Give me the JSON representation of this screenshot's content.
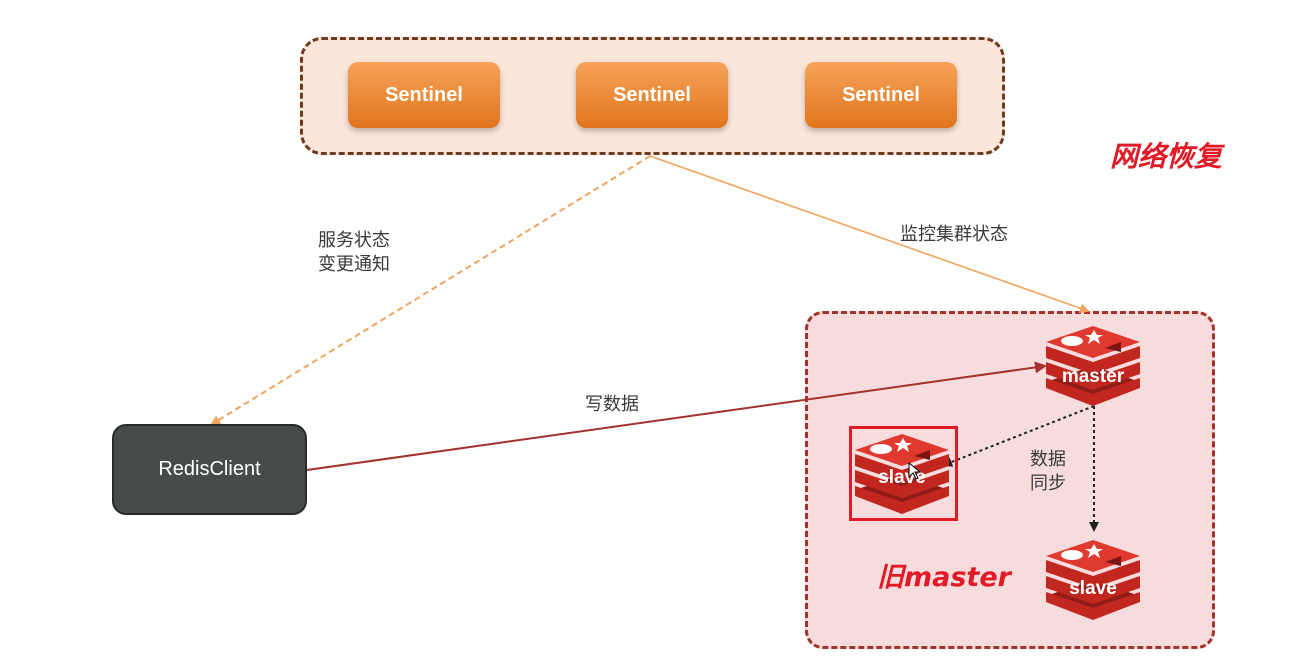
{
  "sentinels": [
    {
      "label": "Sentinel"
    },
    {
      "label": "Sentinel"
    },
    {
      "label": "Sentinel"
    }
  ],
  "client": {
    "label": "RedisClient"
  },
  "labels": {
    "notify_line1": "服务状态",
    "notify_line2": "变更通知",
    "monitor": "监控集群状态",
    "write": "写数据",
    "sync_line1": "数据",
    "sync_line2": "同步",
    "network_recovery": "网络恢复",
    "old_master": "旧master"
  },
  "nodes": {
    "master": {
      "label": "master",
      "icon": "redis-logo-icon"
    },
    "slave_old": {
      "label": "slave",
      "icon": "redis-logo-icon"
    },
    "slave": {
      "label": "slave",
      "icon": "redis-logo-icon"
    }
  },
  "colors": {
    "sentinel_orange": "#e1751d",
    "redis_red": "#d6302a",
    "highlight_red": "#e01a26",
    "write_line": "#a3312c",
    "notify_line": "#f0a45e"
  }
}
